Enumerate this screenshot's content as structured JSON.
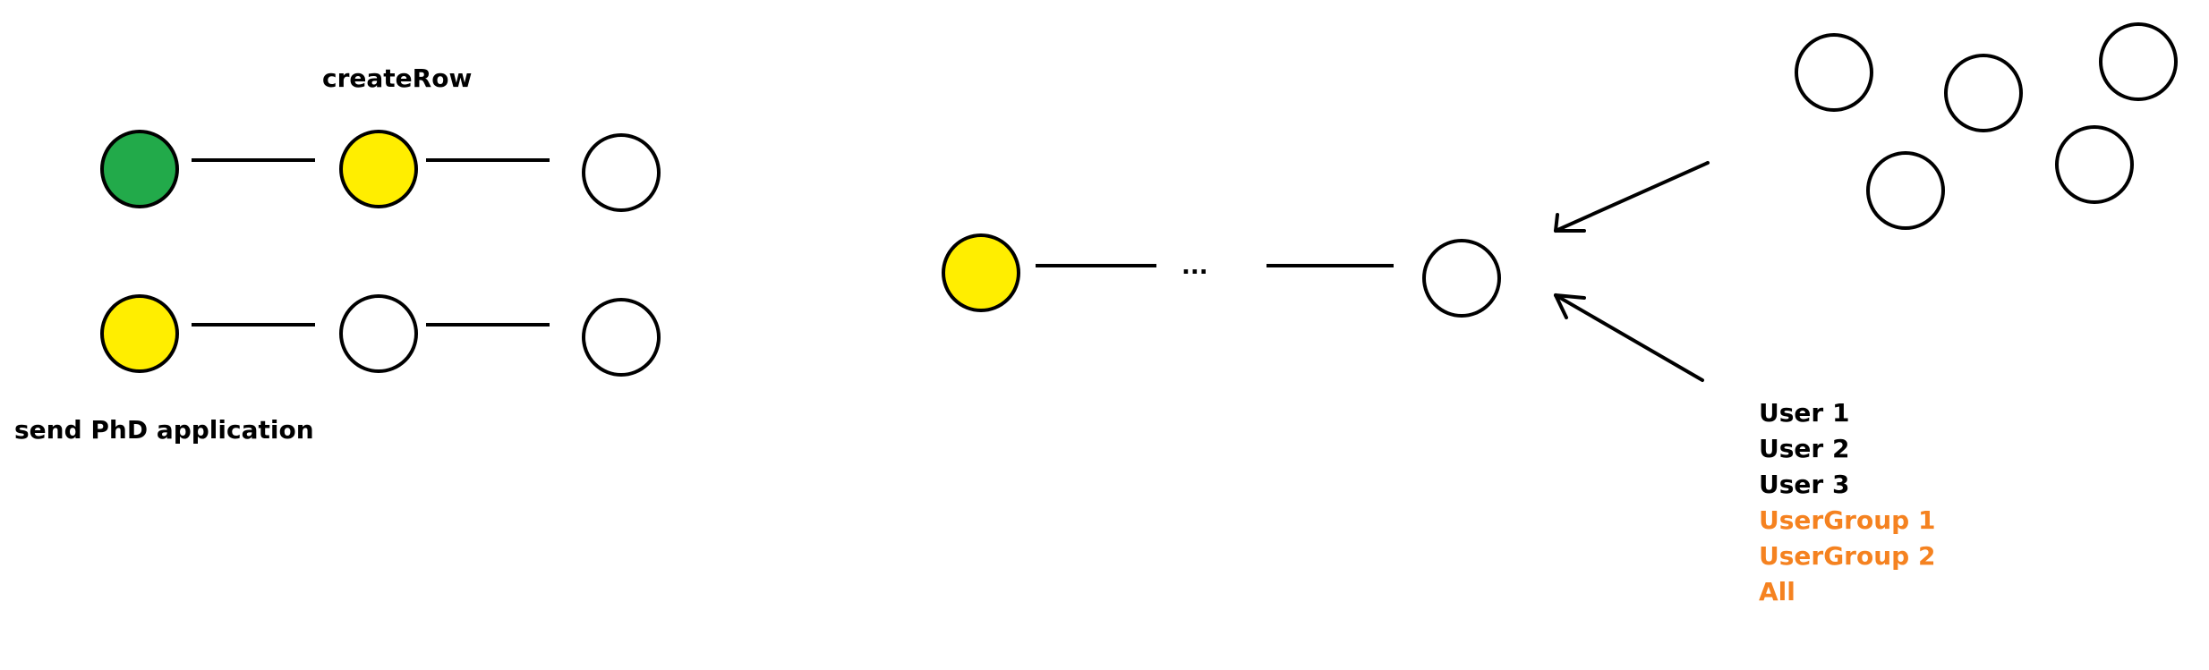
{
  "labels": {
    "top_label": "createRow",
    "bottom_label": "send PhD application",
    "ellipsis": "..."
  },
  "assignees": [
    {
      "text": "User 1",
      "kind": "user"
    },
    {
      "text": "User 2",
      "kind": "user"
    },
    {
      "text": "User 3",
      "kind": "user"
    },
    {
      "text": "UserGroup 1",
      "kind": "group"
    },
    {
      "text": "UserGroup 2",
      "kind": "group"
    },
    {
      "text": "All",
      "kind": "group"
    }
  ],
  "colors": {
    "green_node": "#22aa4a",
    "yellow_node": "#ffee00",
    "empty_node": "#ffffff",
    "stroke": "#000000",
    "group_text": "#f58220",
    "user_text": "#000000"
  }
}
